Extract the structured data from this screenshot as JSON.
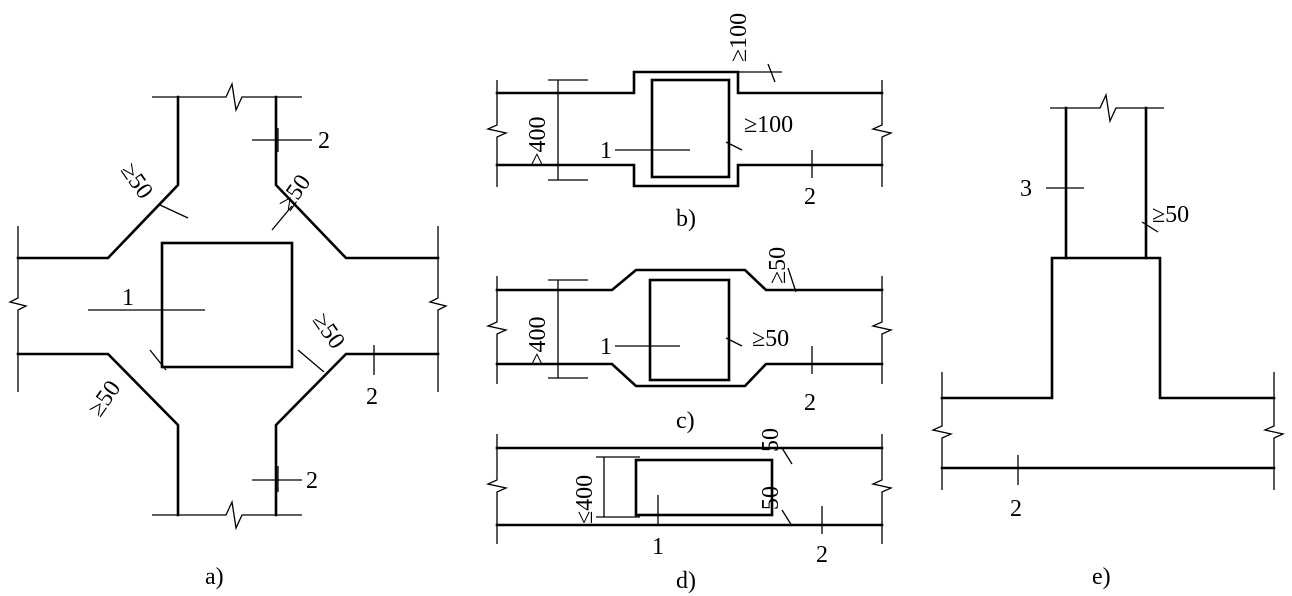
{
  "panels": {
    "a": {
      "caption": "a)",
      "labels": {
        "column": "1",
        "beam_top": "2",
        "beam_right": "2",
        "beam_bottom": "2"
      },
      "dims": {
        "upper_left": "≥50",
        "upper_right": "≥50",
        "lower_left": "≥50",
        "lower_right": "≥50"
      }
    },
    "b": {
      "caption": "b)",
      "labels": {
        "column": "1",
        "beam": "2"
      },
      "dims": {
        "height": ">400",
        "top": "≥100",
        "side": "≥100"
      }
    },
    "c": {
      "caption": "c)",
      "labels": {
        "column": "1",
        "beam": "2"
      },
      "dims": {
        "height": ">400",
        "top": "≥50",
        "side": "≥50"
      }
    },
    "d": {
      "caption": "d)",
      "labels": {
        "column": "1",
        "beam": "2"
      },
      "dims": {
        "height": "≤400",
        "top": "50",
        "bottom": "50"
      }
    },
    "e": {
      "caption": "e)",
      "labels": {
        "wall": "3",
        "beam": "2"
      },
      "dims": {
        "side": "≥50"
      }
    }
  }
}
